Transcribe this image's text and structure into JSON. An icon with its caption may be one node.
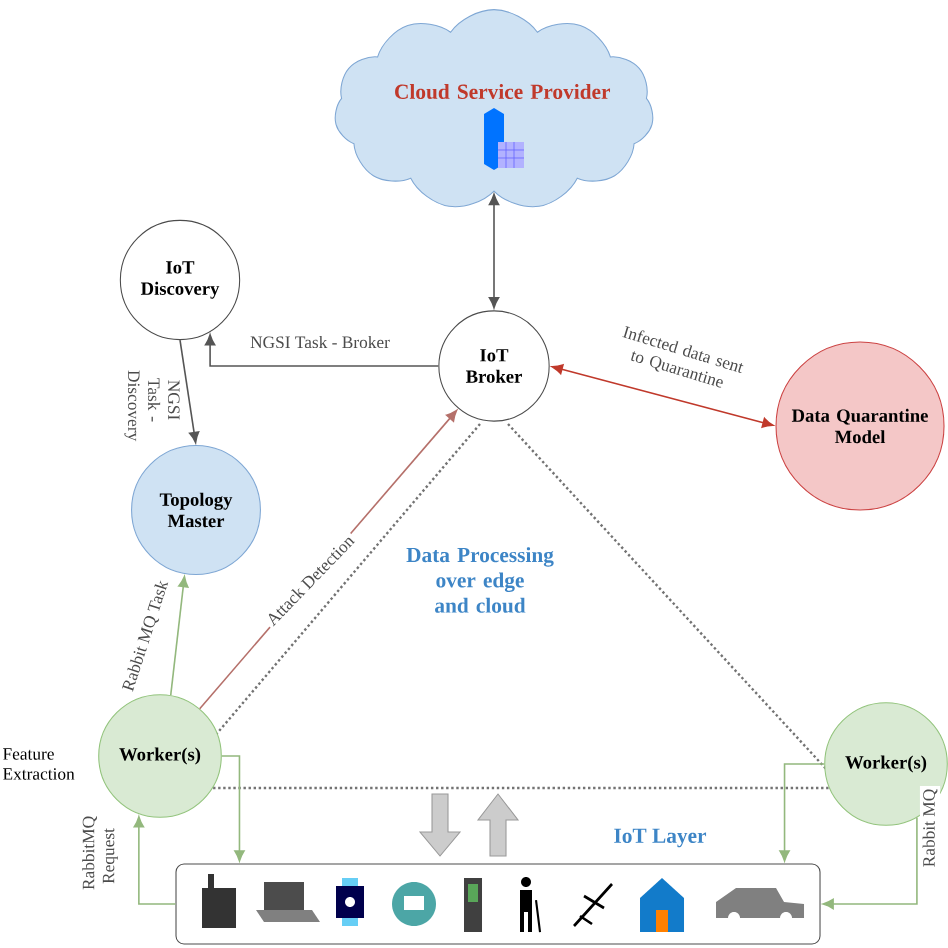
{
  "diagram": {
    "nodes": [
      {
        "text": [
          "Cloud Service Provider"
        ]
      },
      {
        "text": [
          "IoT Discovery"
        ]
      },
      {
        "text": [
          "IoT Broker"
        ]
      },
      {
        "text": [
          "Data Quarantine Model"
        ]
      },
      {
        "text": [
          "Topology Master"
        ]
      },
      {
        "text": [
          "Worker(s)"
        ],
        "beside": [
          "Feature Extraction"
        ]
      },
      {
        "text": [
          "Worker(s)"
        ]
      },
      {
        "text": [
          "IoT Layer"
        ]
      }
    ],
    "edges": [
      {
        "from": 0,
        "to": 2,
        "arrow": "both",
        "color": "#555555"
      },
      {
        "from": 2,
        "to": 1,
        "arrow": "to",
        "label": "NGSI Task - Broker",
        "color": "#555555"
      },
      {
        "from": 1,
        "to": 4,
        "arrow": "to",
        "label": "NGSI Task - Discovery",
        "color": "#555555"
      },
      {
        "from": 2,
        "to": 3,
        "arrow": "both",
        "label": "Infected data sent to Quarantine",
        "color": "#c0392b"
      },
      {
        "from": 5,
        "to": 2,
        "arrow": "to",
        "label": "Attack Detection",
        "color": "#b5706a"
      },
      {
        "from": 5,
        "to": 4,
        "arrow": "to",
        "label": "Rabbit MQ Task",
        "color": "#93b87d"
      },
      {
        "from": 5,
        "to": 7,
        "arrow": "to",
        "color": "#93b87d"
      },
      {
        "from": 7,
        "to": 5,
        "arrow": "to",
        "label": "RabbitMQ Request",
        "color": "#93b87d"
      },
      {
        "from": 6,
        "to": 7,
        "arrow": "to",
        "color": "#93b87d"
      },
      {
        "from": 6,
        "to": 7,
        "arrow": "to",
        "label": "Rabbit MQ",
        "color": "#93b87d"
      }
    ],
    "labels": [
      "Data Processing over edge and cloud"
    ]
  }
}
